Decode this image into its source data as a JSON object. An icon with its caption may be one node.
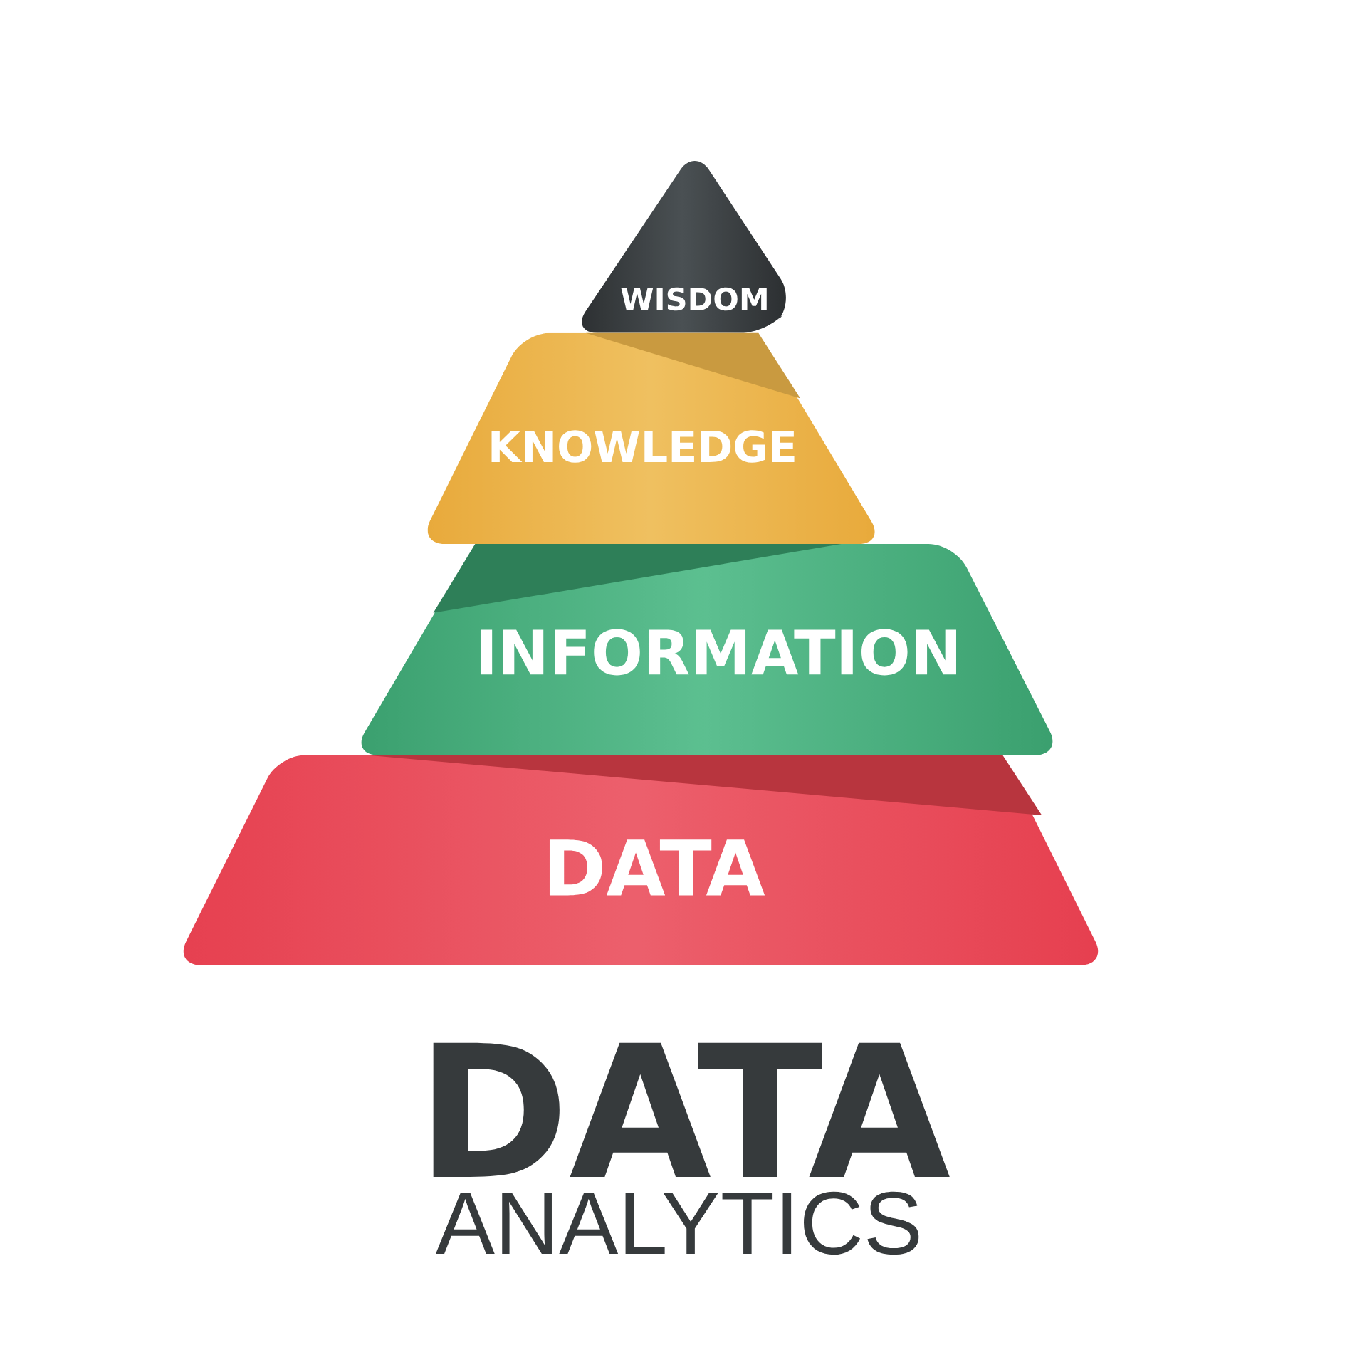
{
  "diagram": {
    "title": "DATA",
    "caption": "ANALYTICS",
    "nodes": [
      {
        "text": [
          "WISDOM"
        ]
      },
      {
        "text": [
          "KNOWLEDGE"
        ]
      },
      {
        "text": [
          "INFORMATION"
        ]
      },
      {
        "text": [
          "DATA"
        ]
      }
    ]
  }
}
